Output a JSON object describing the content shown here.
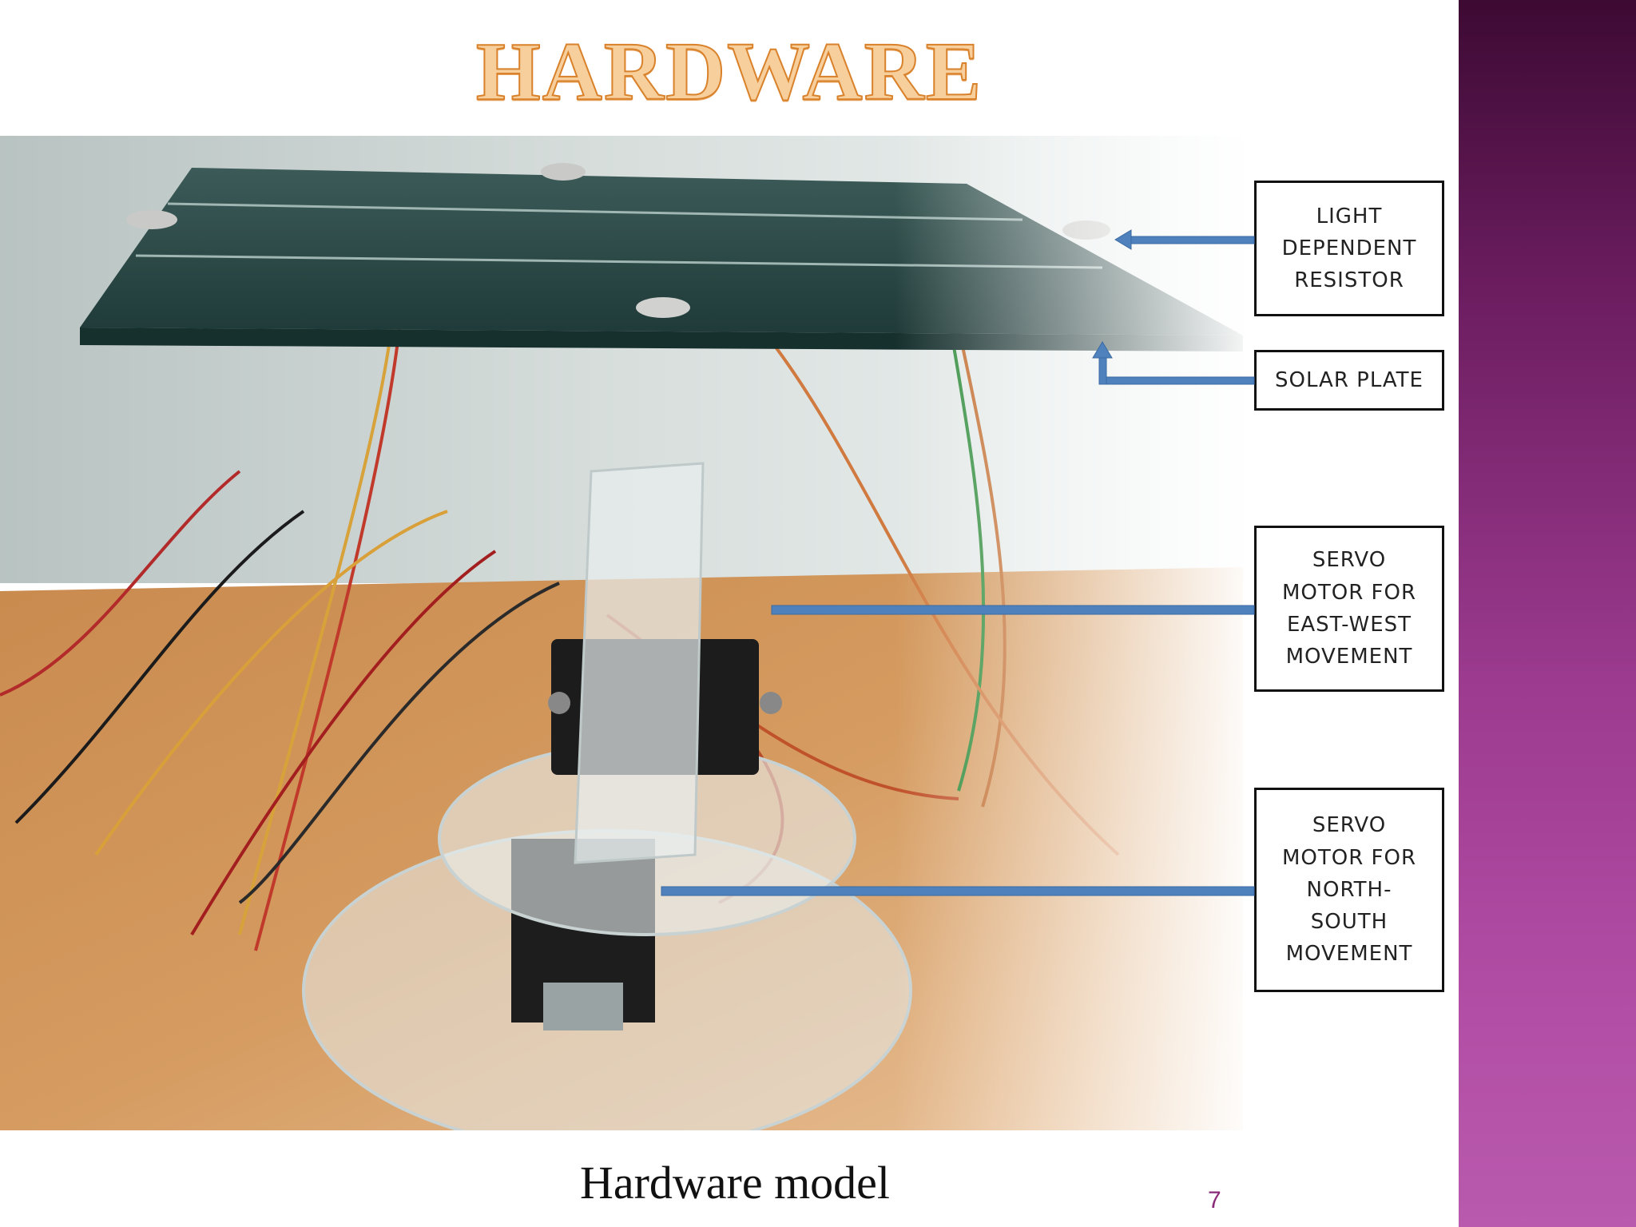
{
  "slide": {
    "title": "HARDWARE",
    "caption": "Hardware model",
    "page_number": "7"
  },
  "labels": [
    {
      "id": "ldr",
      "text": "LIGHT\nDEPENDENT\nRESISTOR"
    },
    {
      "id": "solar",
      "text": "SOLAR PLATE"
    },
    {
      "id": "servo-ew",
      "text": "SERVO\nMOTOR FOR\nEAST-WEST\nMOVEMENT"
    },
    {
      "id": "servo-ns",
      "text": "SERVO\nMOTOR FOR\nNORTH-\nSOUTH\nMOVEMENT"
    }
  ],
  "colors": {
    "title_fill": "#f7cf9c",
    "title_outline": "#d9822b",
    "arrow": "#4f81bd",
    "side_band": "#9b3a8e",
    "page_number": "#8a2a7a"
  }
}
